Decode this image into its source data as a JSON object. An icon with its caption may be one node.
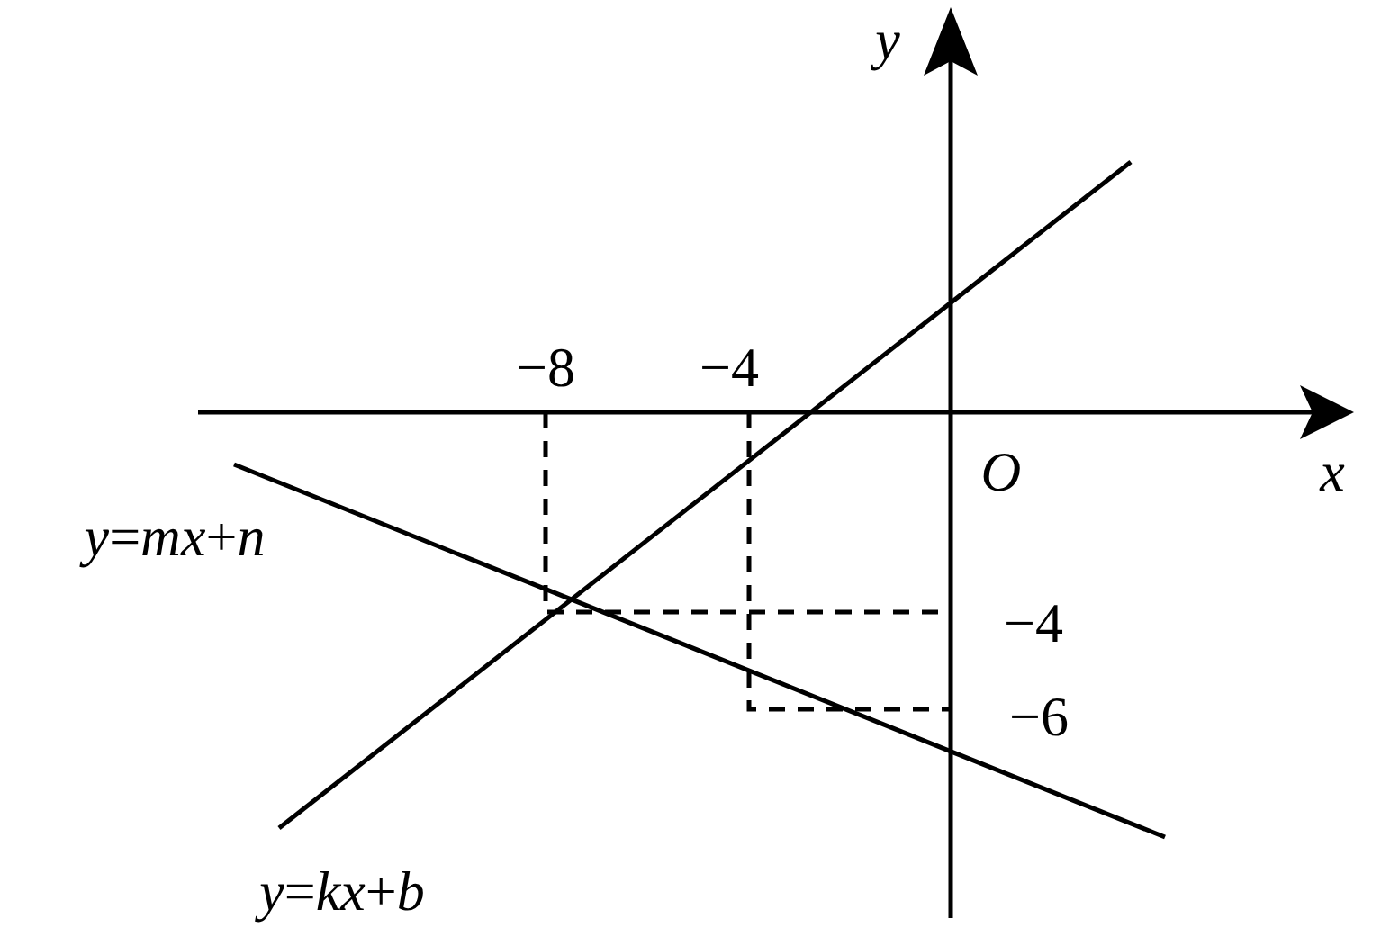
{
  "diagram": {
    "labels": [
      "*y*",
      "−8",
      "−4",
      "*O*",
      "*x*",
      "*y*=*mx*+*n*",
      "−4",
      "−6",
      "*y*=*kx*+*b*"
    ]
  }
}
